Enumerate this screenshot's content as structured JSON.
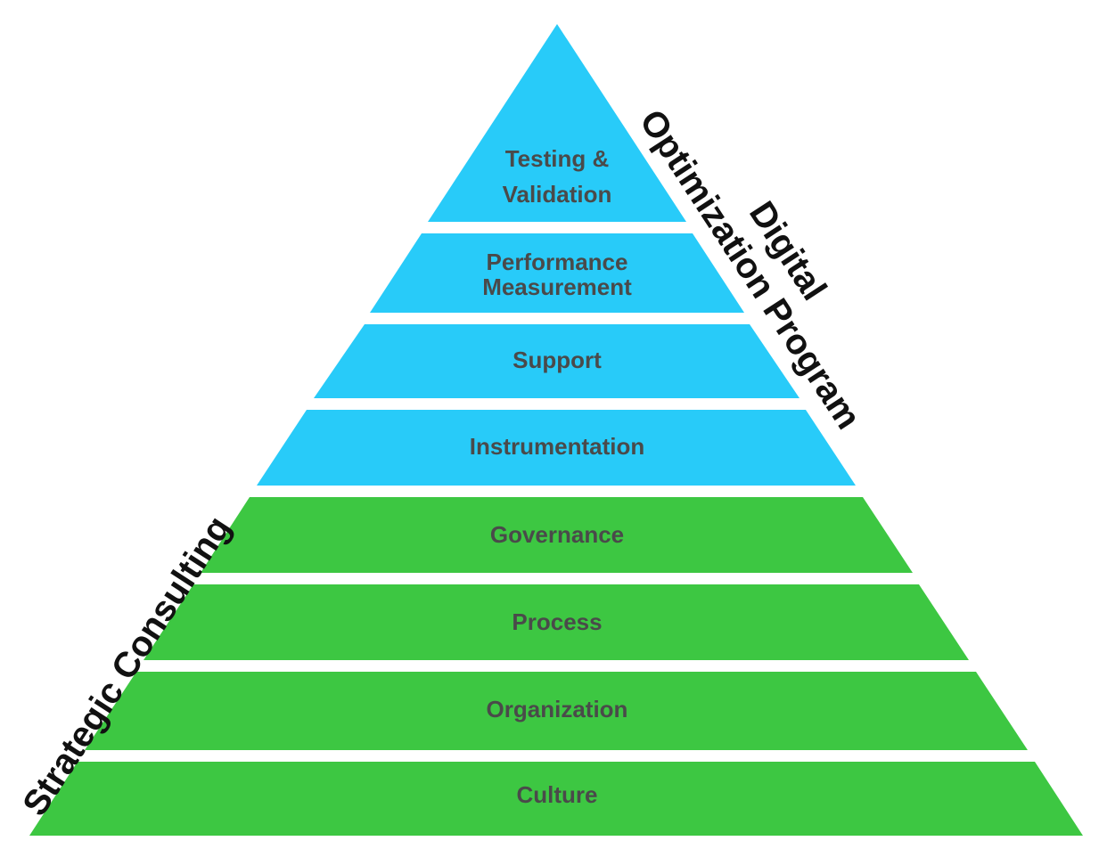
{
  "diagram": {
    "colors": {
      "upper_tier": "#28cbf9",
      "lower_tier": "#3dc742",
      "tier_text": "#4a4a4a",
      "side_label_text": "#111111",
      "background": "#ffffff"
    },
    "tiers": [
      {
        "label": "Testing &\nValidation",
        "group": "upper"
      },
      {
        "label": "Performance\nMeasurement",
        "group": "upper"
      },
      {
        "label": "Support",
        "group": "upper"
      },
      {
        "label": "Instrumentation",
        "group": "upper"
      },
      {
        "label": "Governance",
        "group": "lower"
      },
      {
        "label": "Process",
        "group": "lower"
      },
      {
        "label": "Organization",
        "group": "lower"
      },
      {
        "label": "Culture",
        "group": "lower"
      }
    ],
    "side_labels": {
      "right_line1": "Digital",
      "right_line2": "Optimization Program",
      "left": "Strategic Consulting"
    }
  }
}
